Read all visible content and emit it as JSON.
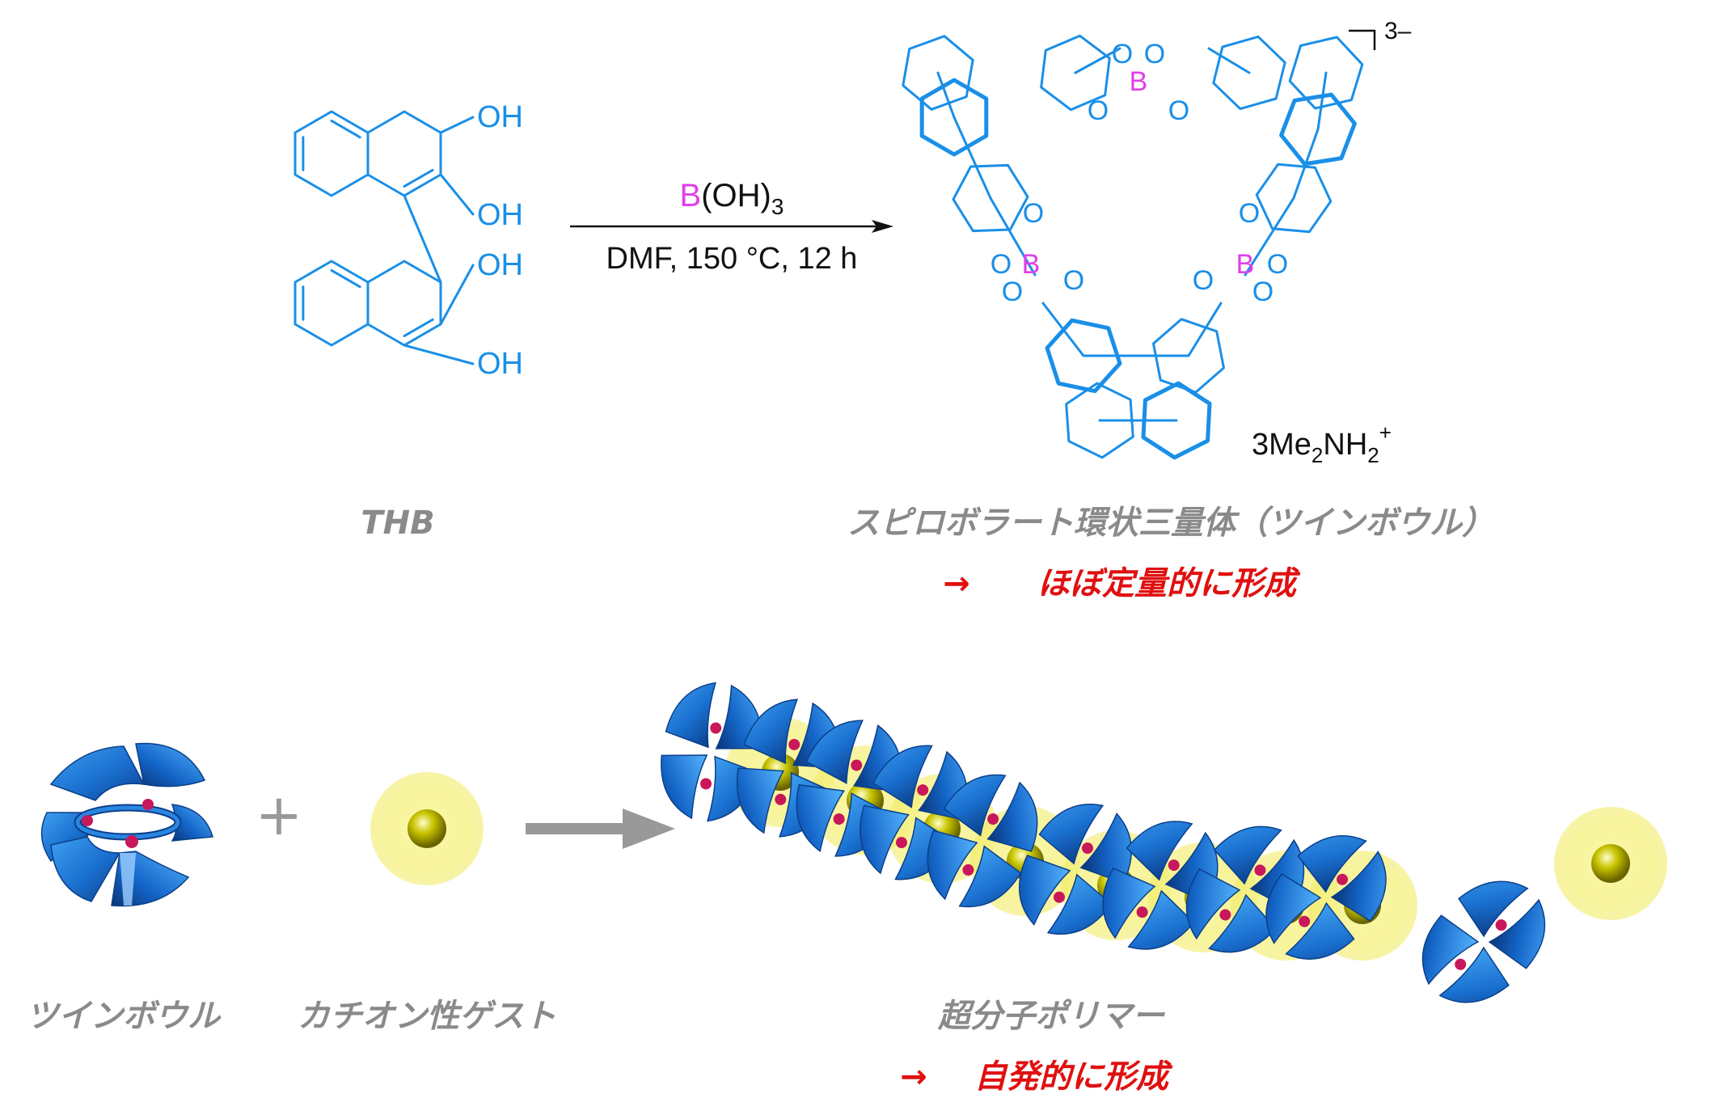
{
  "reaction": {
    "reagent_element": "B",
    "reagent_rest": "(OH)",
    "reagent_subscript": "3",
    "conditions": "DMF, 150 °C, 12 h"
  },
  "reactant": {
    "label": "THB",
    "oh_labels": [
      "OH",
      "OH",
      "OH",
      "OH"
    ]
  },
  "product": {
    "charge": "3–",
    "counterion_prefix": "3Me",
    "counterion_sub1": "2",
    "counterion_mid": "NH",
    "counterion_sub2": "2",
    "counterion_sup": "+",
    "atom_o": "O",
    "atom_b": "B",
    "label": "スピロボラート環状三量体（ツインボウル）",
    "note_arrow": "→",
    "note": "ほぼ定量的に形成"
  },
  "bottom": {
    "plus": "+",
    "twinbowl_label": "ツインボウル",
    "guest_label": "カチオン性ゲスト",
    "polymer_label": "超分子ポリマー",
    "polymer_note_arrow": "→",
    "polymer_note": "自発的に形成"
  },
  "colors": {
    "structure_blue": "#1a8fe8",
    "boron_magenta": "#e040e8",
    "label_gray": "#8a8a8a",
    "note_red": "#e01010",
    "arrow_gray": "#999999",
    "guest_yellow": "#f5f07a",
    "guest_core": "#b8b800",
    "bowl_blue": "#1a6fd0",
    "boron_node": "#c8185a"
  }
}
